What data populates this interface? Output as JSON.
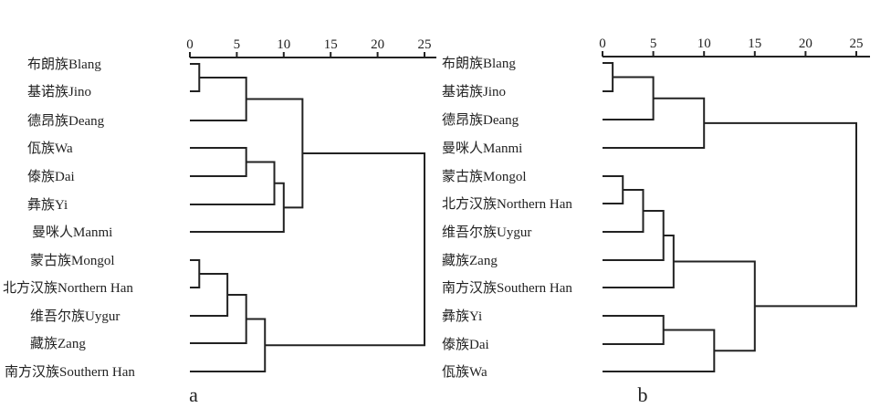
{
  "chart_data": [
    {
      "type": "dendrogram",
      "panel_label": "a",
      "xlim": [
        0,
        25
      ],
      "xticks": [
        "0",
        "5",
        "10",
        "15",
        "20",
        "25"
      ],
      "leaves": [
        "布朗族Blang",
        "基诺族Jino",
        "德昂族Deang",
        "佤族Wa",
        "傣族Dai",
        "彝族Yi",
        "曼咪人Manmi",
        "蒙古族Mongol",
        "北方汉族Northern Han",
        "维吾尔族Uygur",
        "藏族Zang",
        "南方汉族Southern Han"
      ],
      "merges": [
        {
          "a": 0,
          "b": 1,
          "height": 1
        },
        {
          "a": "m0",
          "b": 2,
          "height": 6
        },
        {
          "a": 3,
          "b": 4,
          "height": 6
        },
        {
          "a": "m2",
          "b": 5,
          "height": 9
        },
        {
          "a": "m3",
          "b": 6,
          "height": 10
        },
        {
          "a": "m1",
          "b": "m4",
          "height": 12
        },
        {
          "a": 7,
          "b": 8,
          "height": 1
        },
        {
          "a": "m6",
          "b": 9,
          "height": 4
        },
        {
          "a": "m7",
          "b": 10,
          "height": 6
        },
        {
          "a": "m8",
          "b": 11,
          "height": 8
        },
        {
          "a": "m5",
          "b": "m9",
          "height": 25
        }
      ]
    },
    {
      "type": "dendrogram",
      "panel_label": "b",
      "xlim": [
        0,
        25
      ],
      "xticks": [
        "0",
        "5",
        "10",
        "15",
        "20",
        "25"
      ],
      "leaves": [
        "布朗族Blang",
        "基诺族Jino",
        "德昂族Deang",
        "曼咪人Manmi",
        "蒙古族Mongol",
        "北方汉族Northern Han",
        "维吾尔族Uygur",
        "藏族Zang",
        "南方汉族Southern Han",
        "彝族Yi",
        "傣族Dai",
        "佤族Wa"
      ],
      "merges": [
        {
          "a": 0,
          "b": 1,
          "height": 1
        },
        {
          "a": "m0",
          "b": 2,
          "height": 5
        },
        {
          "a": "m1",
          "b": 3,
          "height": 10
        },
        {
          "a": 4,
          "b": 5,
          "height": 2
        },
        {
          "a": "m3",
          "b": 6,
          "height": 4
        },
        {
          "a": "m4",
          "b": 7,
          "height": 6
        },
        {
          "a": "m5",
          "b": 8,
          "height": 7
        },
        {
          "a": 9,
          "b": 10,
          "height": 6
        },
        {
          "a": "m7",
          "b": 11,
          "height": 11
        },
        {
          "a": "m6",
          "b": "m8",
          "height": 15
        },
        {
          "a": "m2",
          "b": "m9",
          "height": 25
        }
      ]
    }
  ]
}
